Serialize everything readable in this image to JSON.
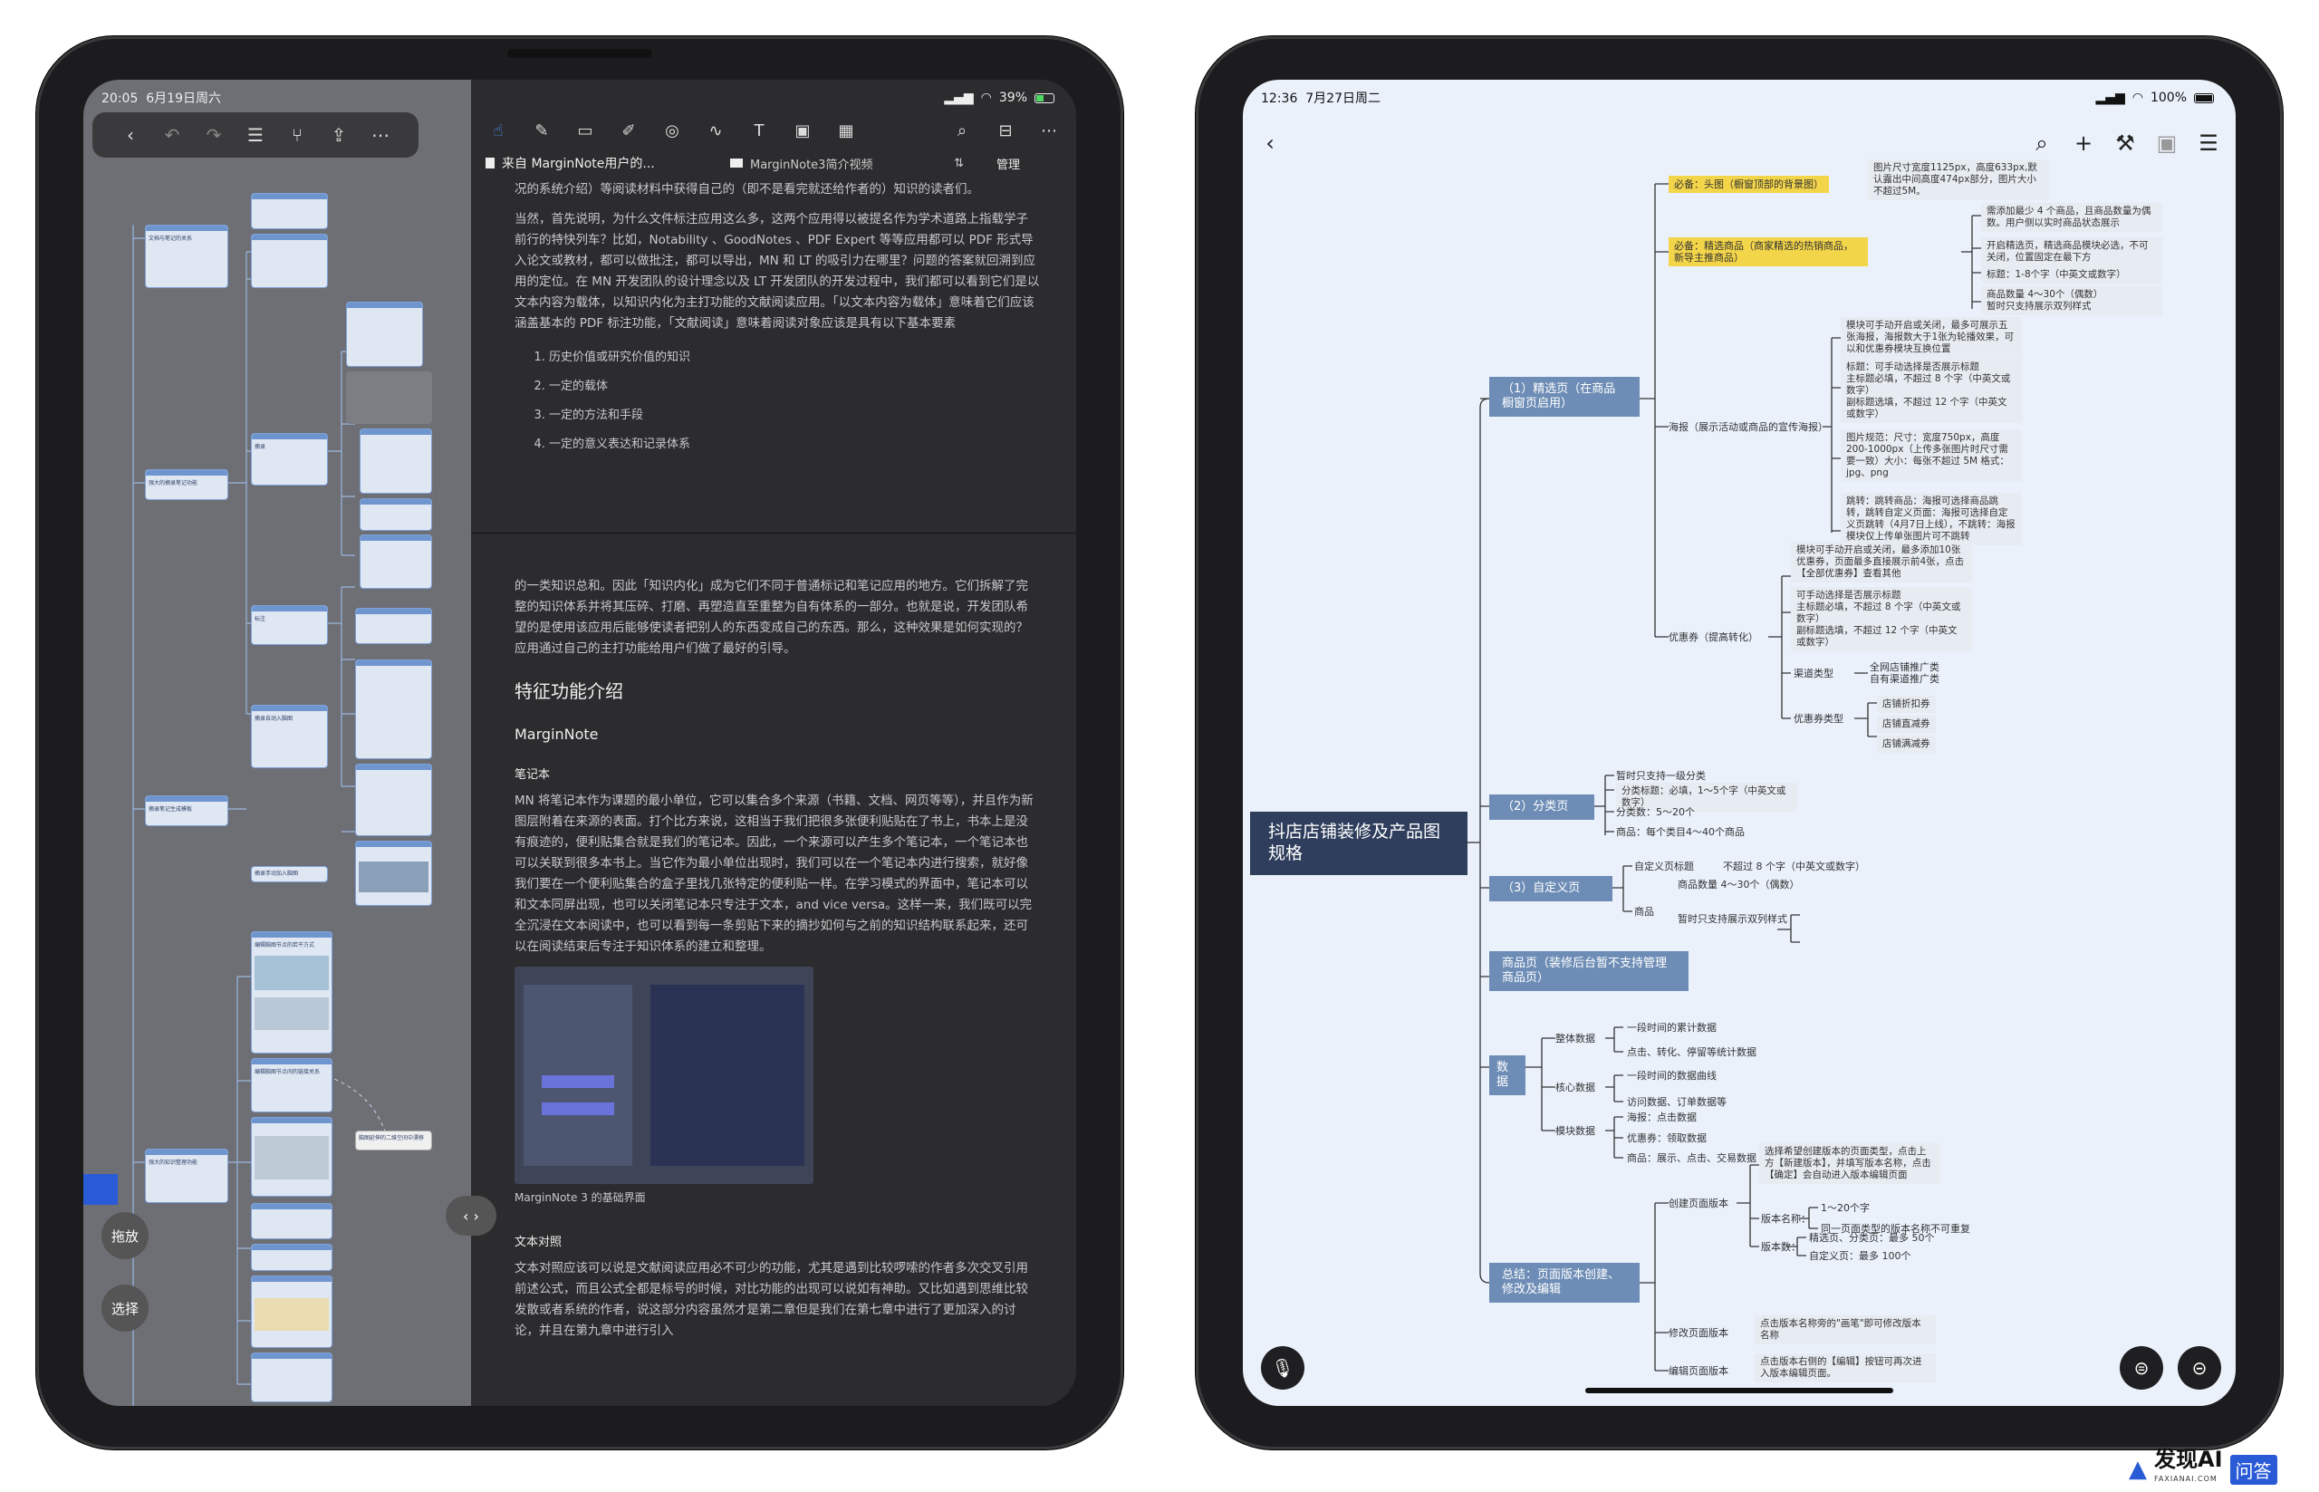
{
  "left": {
    "status": {
      "time": "20:05",
      "date": "6月19日周六",
      "battery": "39%"
    },
    "doc_tabs": [
      {
        "label": "来自 MarginNote用户的..."
      },
      {
        "label": "MarginNote3简介视频"
      }
    ],
    "manage_label": "管理",
    "side_buttons": {
      "drag": "拖放",
      "select": "选择"
    },
    "doc": {
      "p0": "况的系统介绍）等阅读材料中获得自己的（即不是看完就还给作者的）知识的读者们。",
      "p1": "当然，首先说明，为什么文件标注应用这么多，这两个应用得以被提名作为学术道路上指载学子前行的特快列车？比如，Notability 、GoodNotes 、PDF Expert 等等应用都可以 PDF 形式导入论文或教材，都可以做批注，都可以导出，MN 和 LT 的吸引力在哪里？问题的答案就回溯到应用的定位。在 MN 开发团队的设计理念以及 LT 开发团队的开发过程中，我们都可以看到它们是以文本内容为载体，以知识内化为主打功能的文献阅读应用。「以文本内容为载体」意味着它们应该涵盖基本的 PDF 标注功能，「文献阅读」意味着阅读对象应该是具有以下基本要素",
      "list": [
        "历史价值或研究价值的知识",
        "一定的载体",
        "一定的方法和手段",
        "一定的意义表达和记录体系"
      ],
      "p2": "的一类知识总和。因此「知识内化」成为它们不同于普通标记和笔记应用的地方。它们拆解了完整的知识体系并将其压碎、打磨、再塑造直至重整为自有体系的一部分。也就是说，开发团队希望的是使用该应用后能够使读者把别人的东西变成自己的东西。那么，这种效果是如何实现的？应用通过自己的主打功能给用户们做了最好的引导。",
      "h_features": "特征功能介绍",
      "h_mn": "MarginNote",
      "h_note": "笔记本",
      "p3": "MN 将笔记本作为课题的最小单位，它可以集合多个来源（书籍、文档、网页等等），并且作为新图层附着在来源的表面。打个比方来说，这相当于我们把很多张便利贴贴在了书上，书本上是没有痕迹的，便利贴集合就是我们的笔记本。因此，一个来源可以产生多个笔记本，一个笔记本也可以关联到很多本书上。当它作为最小单位出现时，我们可以在一个笔记本内进行搜索，就好像我们要在一个便利贴集合的盒子里找几张特定的便利贴一样。在学习模式的界面中，笔记本可以和文本同屏出现，也可以关闭笔记本只专注于文本，and vice versa。这样一来，我们既可以完全沉浸在文本阅读中，也可以看到每一条剪贴下来的摘抄如何与之前的知识结构联系起来，还可以在阅读结束后专注于知识体系的建立和整理。",
      "caption": "MarginNote 3 的基础界面",
      "h_align": "文本对照",
      "p4": "文本对照应该可以说是文献阅读应用必不可少的功能，尤其是遇到比较啰嗦的作者多次交叉引用前述公式，而且公式全都是标号的时候，对比功能的出现可以说如有神助。又比如遇到思维比较发散或者系统的作者，说这部分内容虽然才是第二章但是我们在第七章中进行了更加深入的讨论，并且在第九章中进行引入"
    },
    "mind_nodes": [
      "文档与笔记的关系",
      "强大的摘录笔记功能",
      "摘录",
      "标注",
      "摘录自动入脑图",
      "摘录笔记生成模板",
      "摘录手动加入脑图",
      "编辑脑图节点的若干方式",
      "编辑脑图节点间的链接关系",
      "强大的知识整理功能",
      "脑图延伸的二维空间中漂移"
    ]
  },
  "right": {
    "status": {
      "time": "12:36",
      "date": "7月27日周二",
      "battery": "100%"
    },
    "root": "抖店店铺装修及产品图规格",
    "b1": "（1）精选页（在商品橱窗页启用）",
    "b1_required1": "必备：头图（橱窗顶部的背景图）",
    "b1_required1_note": "图片尺寸宽度1125px，高度633px,默认露出中间高度474px部分，图片大小不超过5M。",
    "b1_required2": "必备：精选商品（商家精选的热销商品，新导主推商品）",
    "b1_required2_notes": [
      "需添加最少 4 个商品，且商品数量为偶数。用户侧以实时商品状态展示",
      "开启精选页，精选商品模块必选，不可关闭，位置固定在最下方",
      "标题：1-8个字（中英文或数字）",
      "商品数量 4～30个（偶数）\n暂时只支持展示双列样式"
    ],
    "b1_haibao": "海报（展示活动或商品的宣传海报）",
    "b1_haibao_notes": [
      "模块可手动开启或关闭，最多可展示五张海报，海报数大于1张为轮播效果，可以和优惠券模块互换位置",
      "标题：可手动选择是否展示标题\n主标题必填，不超过 8 个字（中英文或数字）\n副标题选填，不超过 12 个字（中英文或数字）",
      "图片规范：尺寸：宽度750px，高度200-1000px（上传多张图片时尺寸需要一致）大小：每张不超过 5M 格式：jpg、png",
      "跳转：跳转商品：海报可选择商品跳转，跳转自定义页面：海报可选择自定义页跳转（4月7日上线），不跳转：海报模块仅上传单张图片可不跳转"
    ],
    "b1_coupon": "优惠券（提高转化）",
    "b1_coupon_notes": [
      "模块可手动开启或关闭，最多添加10张优惠券，页面最多直接展示前4张，点击【全部优惠券】查看其他",
      "可手动选择是否展示标题\n主标题必填，不超过 8 个字（中英文或数字）\n副标题选填，不超过 12 个字（中英文或数字）"
    ],
    "b1_channel": "渠道类型",
    "b1_channel_notes": [
      "全网店铺推广类\n自有渠道推广类"
    ],
    "b1_coupon_type": "优惠券类型",
    "b1_coupon_type_notes": [
      "店铺折扣券",
      "店铺直减券",
      "店铺满减券"
    ],
    "b2": "（2）分类页",
    "b2_notes": [
      "暂时只支持一级分类",
      "分类标题：必填，1～5个字（中英文或数字）",
      "分类数：5～20个",
      "商品：每个类目4～40个商品"
    ],
    "b3": "（3）自定义页",
    "b3_notes": [
      "自定义页标题",
      "不超过 8 个字（中英文或数字）",
      "商品",
      "商品数量 4～30个（偶数）",
      "暂时只支持展示双列样式"
    ],
    "b4": "商品页（装修后台暂不支持管理商品页）",
    "b5": "数据",
    "b5_groups": [
      {
        "name": "整体数据",
        "items": [
          "一段时间的累计数据",
          "点击、转化、停留等统计数据"
        ]
      },
      {
        "name": "核心数据",
        "items": [
          "一段时间的数据曲线",
          "访问数据、订单数据等"
        ]
      },
      {
        "name": "模块数据",
        "items": [
          "海报：点击数据",
          "优惠券：领取数据",
          "商品：展示、点击、交易数据"
        ]
      }
    ],
    "b6": "总结：页面版本创建、修改及编辑",
    "b6_create": "创建页面版本",
    "b6_create_note": "选择希望创建版本的页面类型，点击上方【新建版本】，并填写版本名称，点击【确定】会自动进入版本编辑页面",
    "b6_name": "版本名称：",
    "b6_name_notes": [
      "1～20个字",
      "同一页面类型的版本名称不可重复"
    ],
    "b6_count": "版本数：",
    "b6_count_notes": [
      "精选页、分类页：最多 50个",
      "自定义页：最多 100个"
    ],
    "b6_modify": "修改页面版本",
    "b6_modify_note": "点击版本名称旁的\"画笔\"即可修改版本名称",
    "b6_edit": "编辑页面版本",
    "b6_edit_note": "点击版本右侧的【编辑】按钮可再次进入版本编辑页面。"
  },
  "watermark": {
    "brand": "发现AI",
    "sub": "问答",
    "domain": "FAXIANAI.COM"
  },
  "colors": {
    "mm_bg": "#eaf1fb",
    "branch": "#6e8db6",
    "root": "#2f3e5c",
    "highlight": "#f3d54a"
  }
}
